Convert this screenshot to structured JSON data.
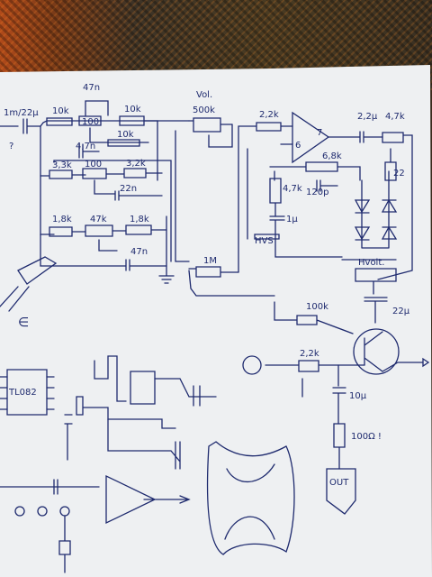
{
  "labels": {
    "c_in": "1m/22μ",
    "q": "?",
    "r10k_a": "10k",
    "c47n_top": "47n",
    "pot100_top": "100",
    "r10k_b": "10k",
    "r10k_c": "10k",
    "c47n_mid": "4,7n",
    "vol": "Vol.",
    "vol_pot": "500k",
    "r33k": "3,3k",
    "pot100_mid": "100",
    "r32k": "3,2k",
    "c22n": "22n",
    "r18k_a": "1,8k",
    "pot47k": "47k",
    "r18k_b": "1,8k",
    "c47n_bot": "47n",
    "r1m": "1M",
    "r22k_top": "2,2k",
    "pin6": "6",
    "pin7": "7",
    "c22u_out": "2,2μ",
    "r47k_out": "4,7k",
    "r6k8": "6,8k",
    "r47k_side": "4,7k",
    "c22_side": "22",
    "c120p": "120p",
    "c1u": "1μ",
    "hvs": "HVS",
    "hvs_pot": "Hvolt.",
    "r100k": "100k",
    "c22u_b": "22μ",
    "r22k_b": "2,2k",
    "c10u": "10μ",
    "r100": "100Ω !",
    "out": "OUT",
    "chip": "TL082",
    "epsilon": "∈"
  }
}
